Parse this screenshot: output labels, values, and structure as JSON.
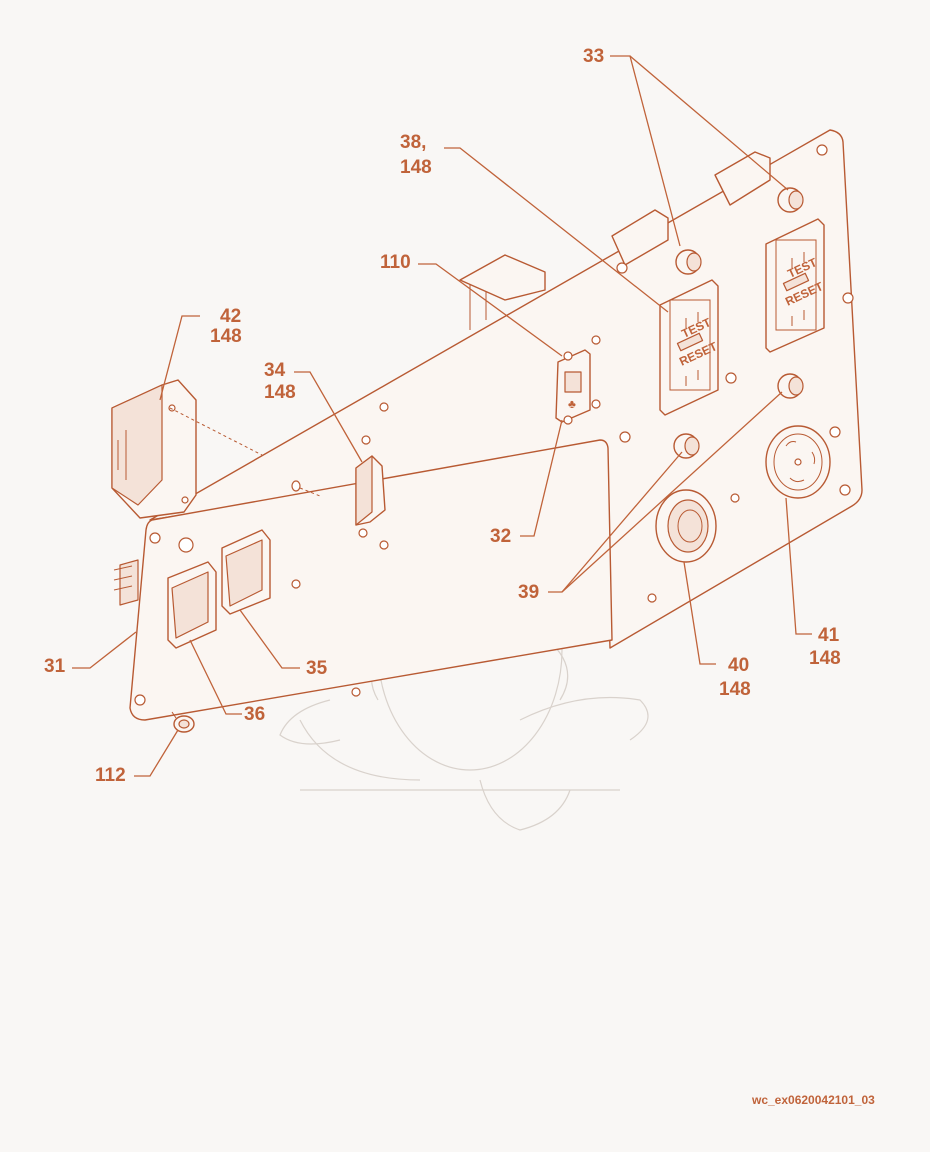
{
  "callouts": {
    "c33": "33",
    "c38": "38,",
    "c38b": "148",
    "c110": "110",
    "c42": "42",
    "c42b": "148",
    "c34": "34",
    "c34b": "148",
    "c32": "32",
    "c39": "39",
    "c31": "31",
    "c35": "35",
    "c36": "36",
    "c112": "112",
    "c40": "40",
    "c40b": "148",
    "c41": "41",
    "c41b": "148"
  },
  "outlet_labels": {
    "test": "TEST",
    "reset": "RESET"
  },
  "document_id": "wc_ex0620042101_03",
  "colors": {
    "line": "#b85a33",
    "label": "#c0633a",
    "background": "#f9f7f5",
    "watermark": "#d9d2cc"
  }
}
